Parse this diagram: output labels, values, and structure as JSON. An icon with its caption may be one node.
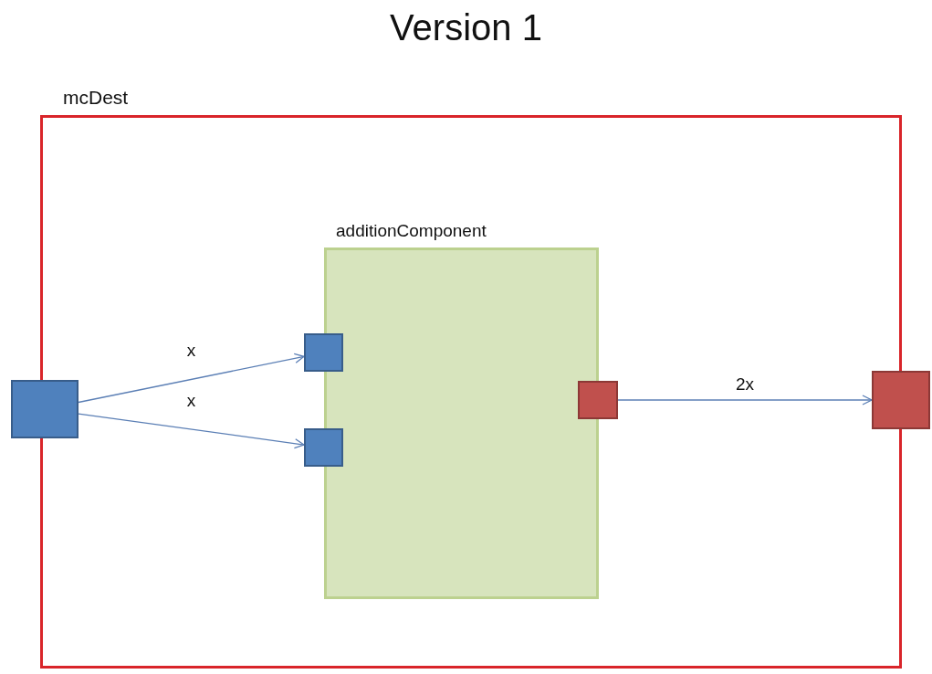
{
  "diagram": {
    "title": "Version 1",
    "nodes": [
      {
        "text": [
          "mcDest"
        ]
      },
      {
        "text": [
          "additionComponent"
        ],
        "in": 0
      },
      {
        "text": [],
        "shape": "box"
      },
      {
        "text": [],
        "shape": "box",
        "in": 0
      },
      {
        "text": [],
        "shape": "box",
        "in": 0
      },
      {
        "text": [],
        "shape": "box",
        "in": 0
      },
      {
        "text": [],
        "shape": "box"
      }
    ],
    "edges": [
      {
        "from": 2,
        "to": 3,
        "arrow": "to",
        "label": "x"
      },
      {
        "from": 2,
        "to": 4,
        "arrow": "to",
        "label": "x"
      },
      {
        "from": 5,
        "to": 6,
        "arrow": "to",
        "label": "2x"
      }
    ]
  }
}
